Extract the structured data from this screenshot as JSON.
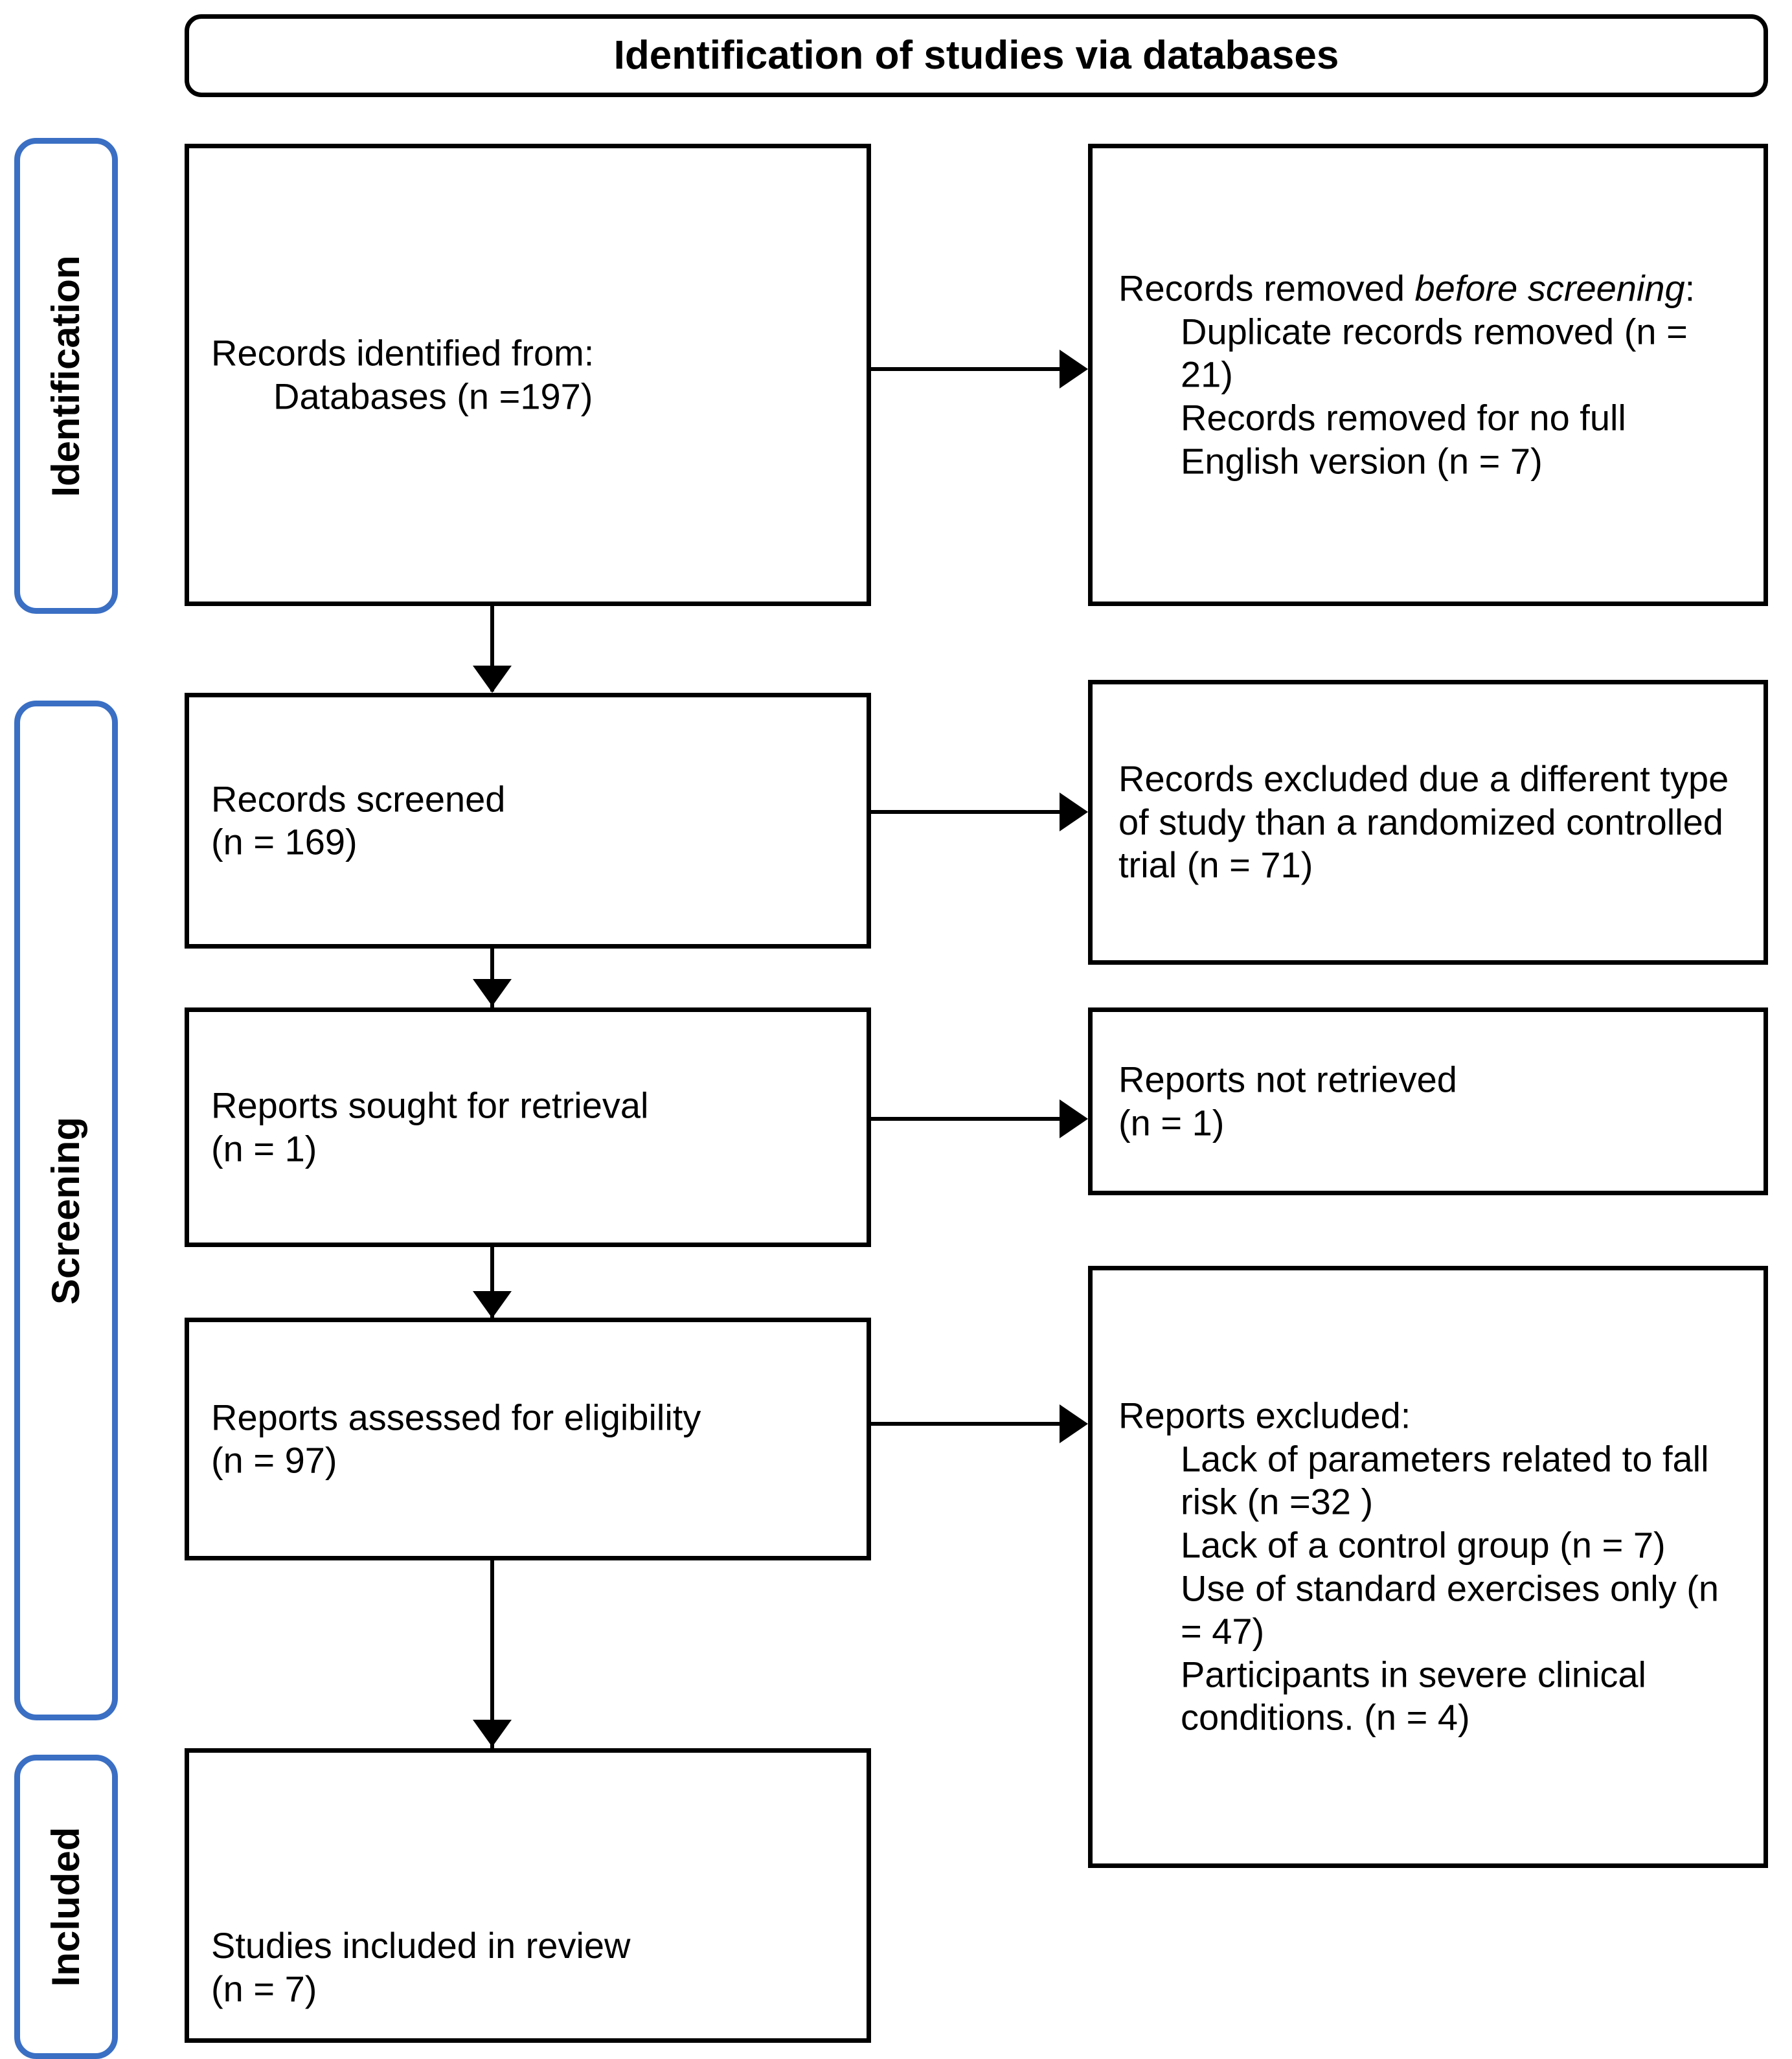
{
  "diagram": {
    "type": "prisma-flow-diagram",
    "title": "Identification of studies via databases",
    "phases": [
      {
        "id": "identification",
        "label": "Identification"
      },
      {
        "id": "screening",
        "label": "Screening"
      },
      {
        "id": "included",
        "label": "Included"
      }
    ],
    "boxes": {
      "records_identified": {
        "line1": "Records identified from:",
        "line2": "Databases (n =197)"
      },
      "records_removed_before_screening": {
        "heading_plain": "Records removed ",
        "heading_italic": "before screening",
        "heading_colon": ":",
        "item1": "Duplicate records removed (n = 21)",
        "item2": "Records removed for no full English version (n = 7)"
      },
      "records_screened": {
        "line1": "Records screened",
        "line2": "(n = 169)"
      },
      "records_excluded": {
        "text": "Records excluded due a different type of study than a randomized controlled trial (n = 71)"
      },
      "reports_sought": {
        "line1": "Reports sought for retrieval",
        "line2": "(n = 1)"
      },
      "reports_not_retrieved": {
        "line1": "Reports not retrieved",
        "line2": "(n = 1)"
      },
      "reports_assessed": {
        "line1": "Reports assessed for eligibility",
        "line2": "(n = 97)"
      },
      "reports_excluded": {
        "heading": "Reports excluded:",
        "item1": "Lack of parameters related to fall risk (n =32 )",
        "item2": "Lack of a control group (n = 7)",
        "item3": "Use of standard exercises only (n = 47)",
        "item4": "Participants in severe clinical conditions. (n = 4)"
      },
      "studies_included": {
        "line1": "Studies included in review",
        "line2": "(n = 7)"
      }
    },
    "counts": {
      "databases_identified": 197,
      "duplicates_removed": 21,
      "no_full_english_version_removed": 7,
      "records_screened": 169,
      "records_excluded_study_type": 71,
      "reports_sought_for_retrieval": 1,
      "reports_not_retrieved": 1,
      "reports_assessed_for_eligibility": 97,
      "excluded_lack_of_parameters_fall_risk": 32,
      "excluded_lack_of_control_group": 7,
      "excluded_standard_exercises_only": 47,
      "excluded_severe_clinical_conditions": 4,
      "studies_included_in_review": 7
    },
    "colors": {
      "phase_border": "#3A6FC4",
      "box_border": "#000000",
      "background": "#FFFFFF",
      "text": "#000000"
    }
  }
}
